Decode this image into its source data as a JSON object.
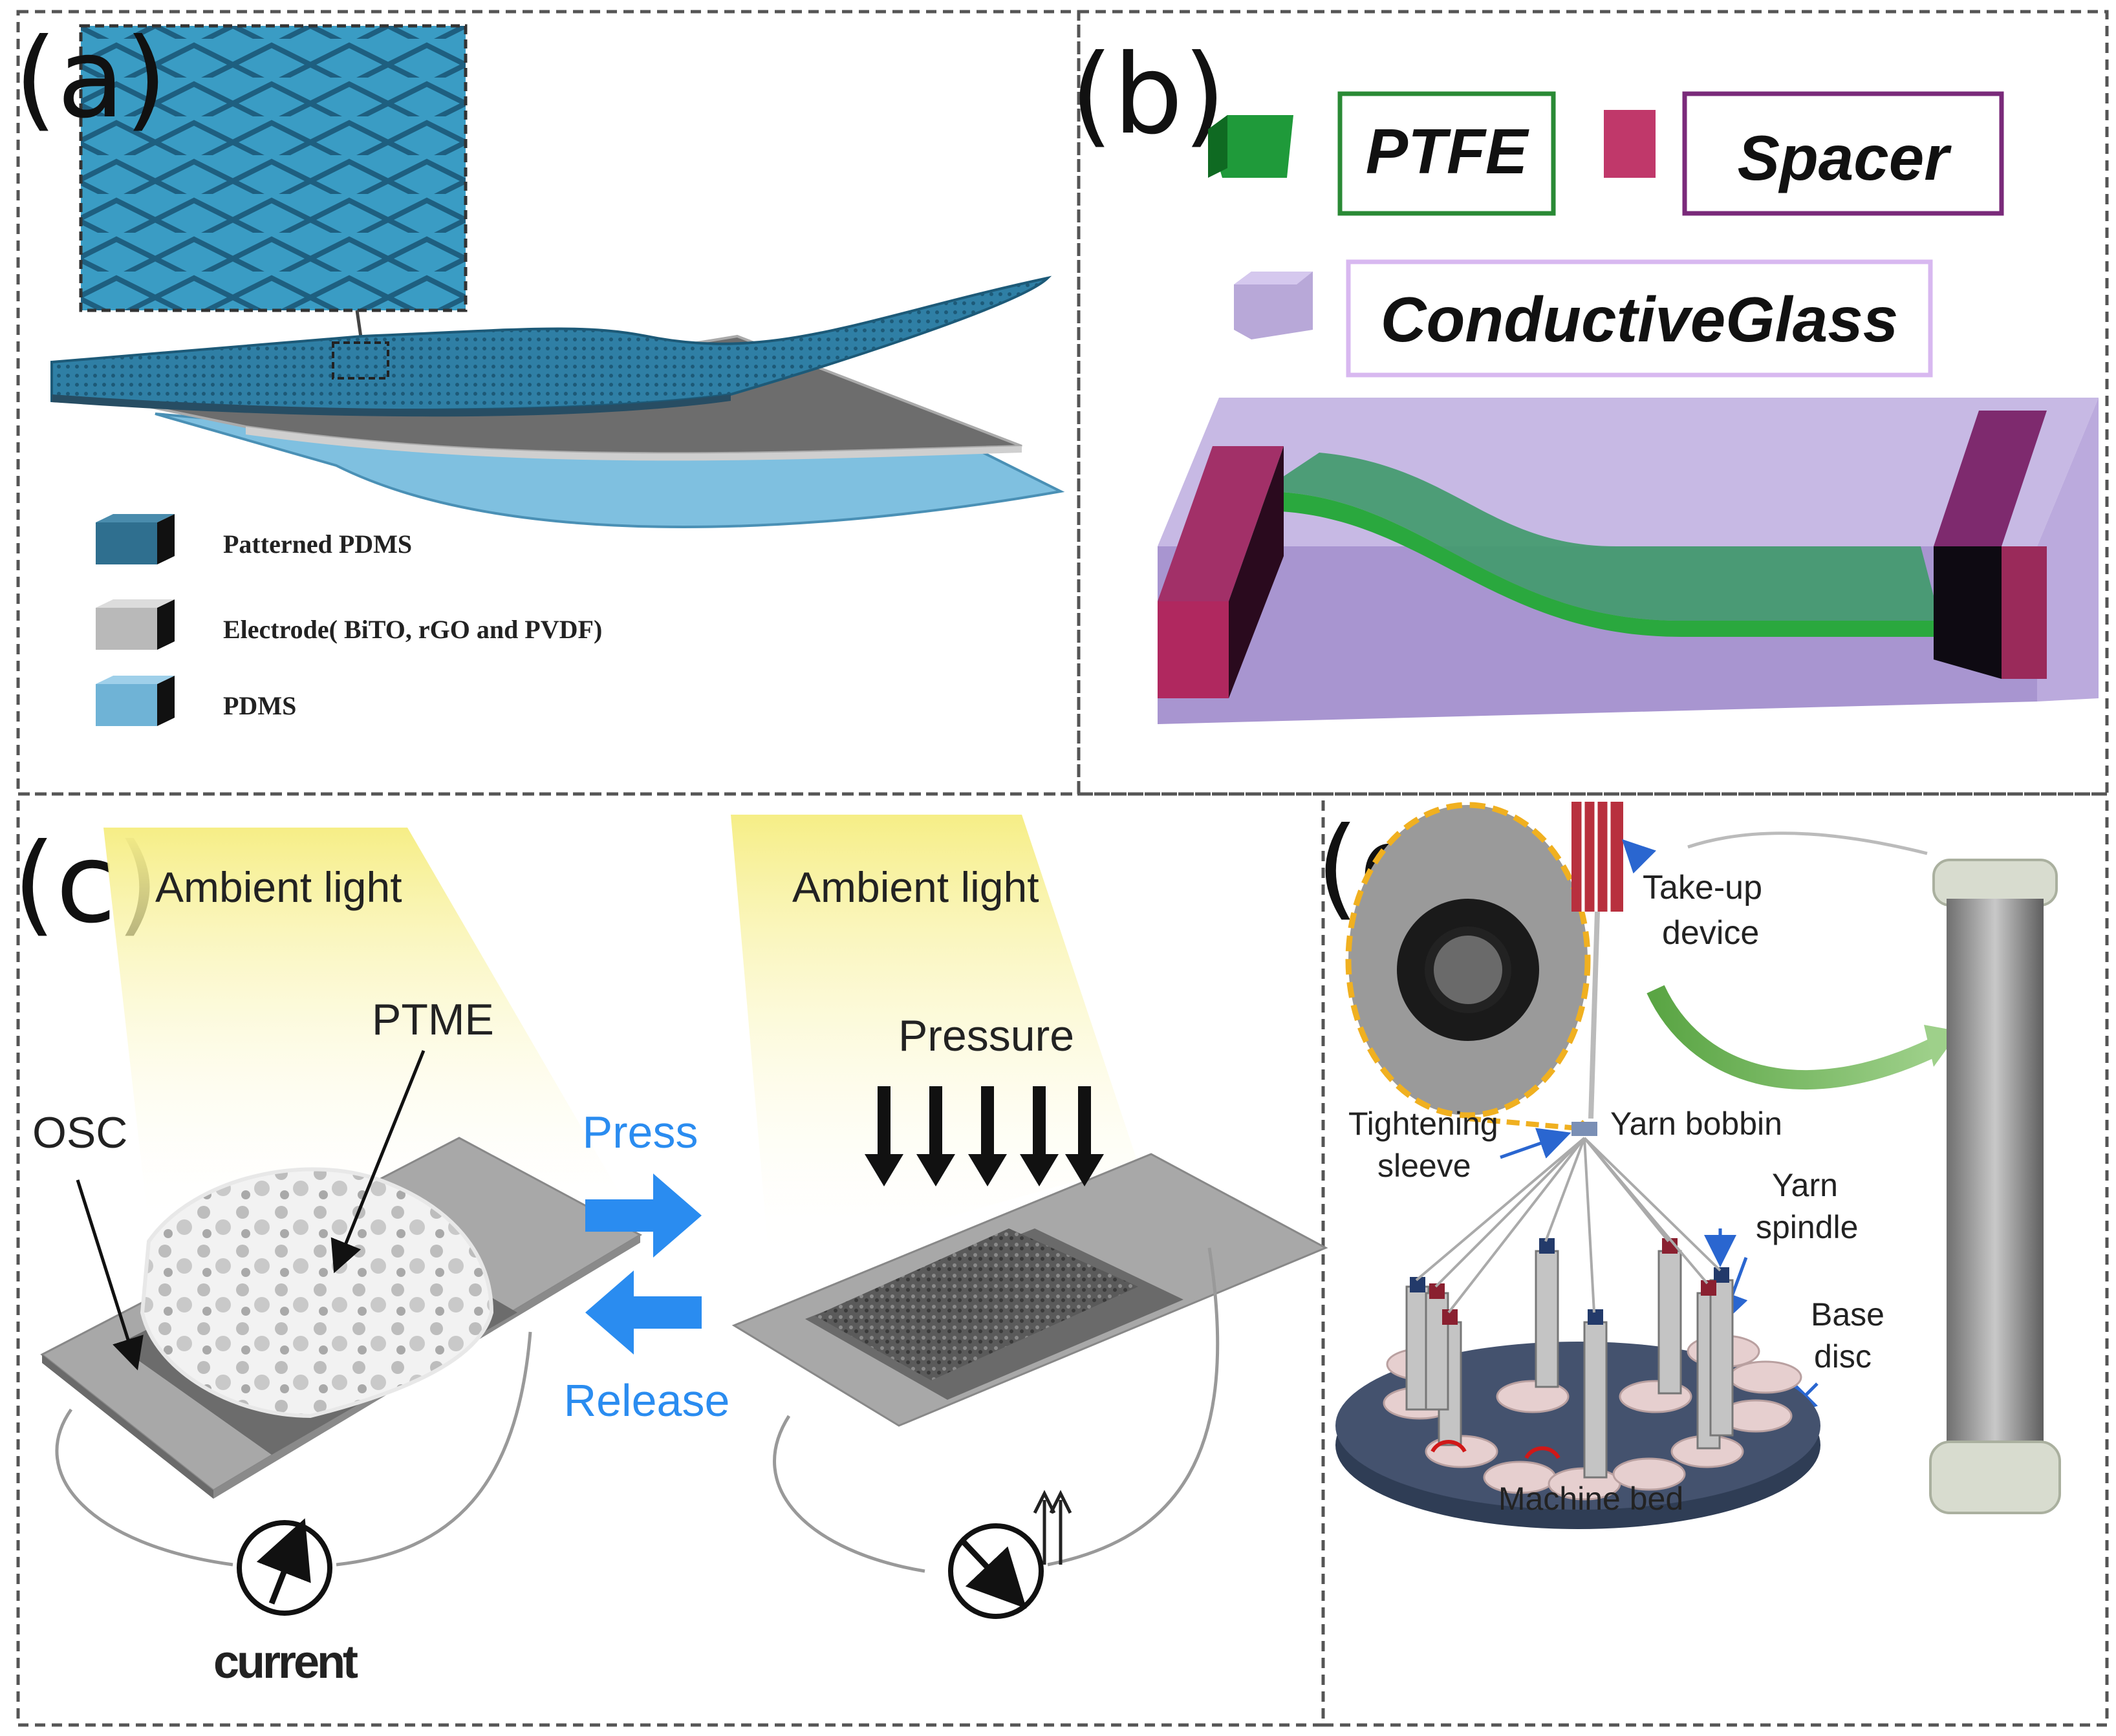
{
  "panels": {
    "a": {
      "letter": "(a)",
      "legend": [
        {
          "label": "Patterned PDMS",
          "color": "#2f6f8f"
        },
        {
          "label": "Electrode( BiTO, rGO and PVDF)",
          "color": "#b9b9b9"
        },
        {
          "label": "PDMS",
          "color": "#6fb3d6"
        }
      ]
    },
    "b": {
      "letter": "(b)",
      "legend": [
        {
          "label": "PTFE",
          "color": "#1f9a3a",
          "border": "#2a8a35"
        },
        {
          "label": "Spacer",
          "color": "#c0386a",
          "border": "#7a2a7a"
        },
        {
          "label": "ConductiveGlass",
          "color": "#b8a8d8",
          "border": "#d8b8f0"
        }
      ]
    },
    "c": {
      "letter": "(c)",
      "ambient_left": "Ambient light",
      "ambient_right": "Ambient light",
      "ptme": "PTME",
      "osc": "OSC",
      "pressure": "Pressure",
      "press": "Press",
      "release": "Release",
      "current": "current",
      "arrow_color": "#2a8cf0"
    },
    "d": {
      "letter": "(d)",
      "labels": {
        "takeup_1": "Take-up",
        "takeup_2": "device",
        "tightening_1": "Tightening",
        "tightening_2": "sleeve",
        "yarn_bobbin": "Yarn bobbin",
        "yarn_spindle_1": "Yarn",
        "yarn_spindle_2": "spindle",
        "base_disc_1": "Base",
        "base_disc_2": "disc",
        "machine_bed": "Machine bed"
      }
    }
  }
}
